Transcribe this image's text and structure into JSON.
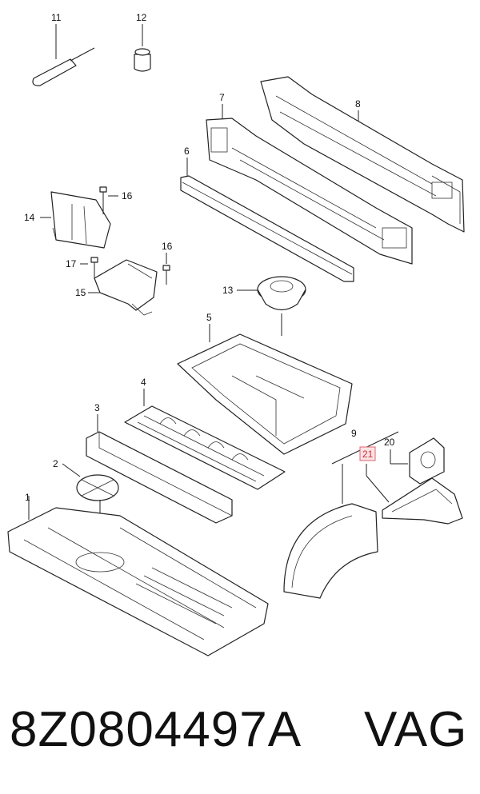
{
  "diagram": {
    "labels": [
      "1",
      "2",
      "3",
      "4",
      "5",
      "6",
      "7",
      "8",
      "9",
      "11",
      "12",
      "13",
      "14",
      "15",
      "16",
      "16",
      "17",
      "20",
      "21"
    ],
    "highlighted_label": "21",
    "highlight_color": "#e06470"
  },
  "footer": {
    "part_number": "8Z0804497A",
    "brand": "VAG"
  }
}
